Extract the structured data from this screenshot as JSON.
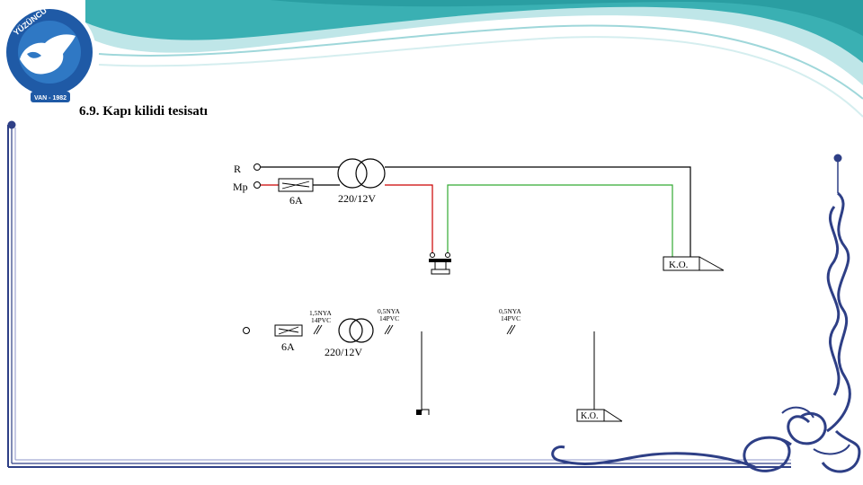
{
  "slide": {
    "title": "6.9. Kapı kilidi tesisatı"
  },
  "logo": {
    "arc_text": "YÜZÜNCÜ YIL ÜNİVERSİTESİ",
    "bottom_text": "VAN - 1982"
  },
  "colors": {
    "border_navy": "#2e3f86",
    "wave_teal": "#3ab0b3",
    "wave_light": "#bfe6e8",
    "wire_black": "#000000",
    "wire_red": "#cc0000",
    "wire_green": "#33aa33"
  },
  "diagram_top": {
    "terminal_r": "R",
    "terminal_mp": "Mp",
    "fuse_rating": "6A",
    "transformer_rating": "220/12V",
    "door_opener": "K.O."
  },
  "diagram_bottom": {
    "fuse_rating": "6A",
    "transformer_rating": "220/12V",
    "cable1_line1": "1,5NYA",
    "cable1_line2": "14PVC",
    "cable2_line1": "0,5NYA",
    "cable2_line2": "14PVC",
    "cable3_line1": "0,5NYA",
    "cable3_line2": "14PVC",
    "door_opener": "K.O."
  }
}
